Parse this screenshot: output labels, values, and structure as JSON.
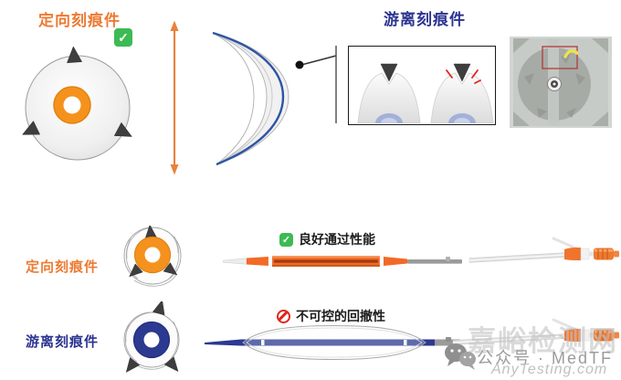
{
  "colors": {
    "accent_orange": "#ED7A33",
    "accent_navy": "#2B3490",
    "catheter_orange": "#F26A25",
    "catheter_blue": "#2B3990",
    "shaft_gray": "#9B9B9B",
    "triangle_dark": "#3E3E3E",
    "check_green": "#3CBA54",
    "prohibit_red": "#E0251B",
    "highlight_red_box": "#B23A3A",
    "highlight_yellow": "#EDE14E"
  },
  "icons": {
    "check_glyph": "✓"
  },
  "top": {
    "directional_label": "定向刻痕件",
    "free_label": "游离刻痕件"
  },
  "rows": [
    {
      "label": "定向刻痕件",
      "status": "良好通过性能",
      "status_type": "good"
    },
    {
      "label": "游离刻痕件",
      "status": "不可控的回撤性",
      "status_type": "bad"
    }
  ],
  "watermark": {
    "brand": "嘉峪检测网",
    "wechat_account": "公众号 · MedTF",
    "site": "AnyTesting.com"
  }
}
